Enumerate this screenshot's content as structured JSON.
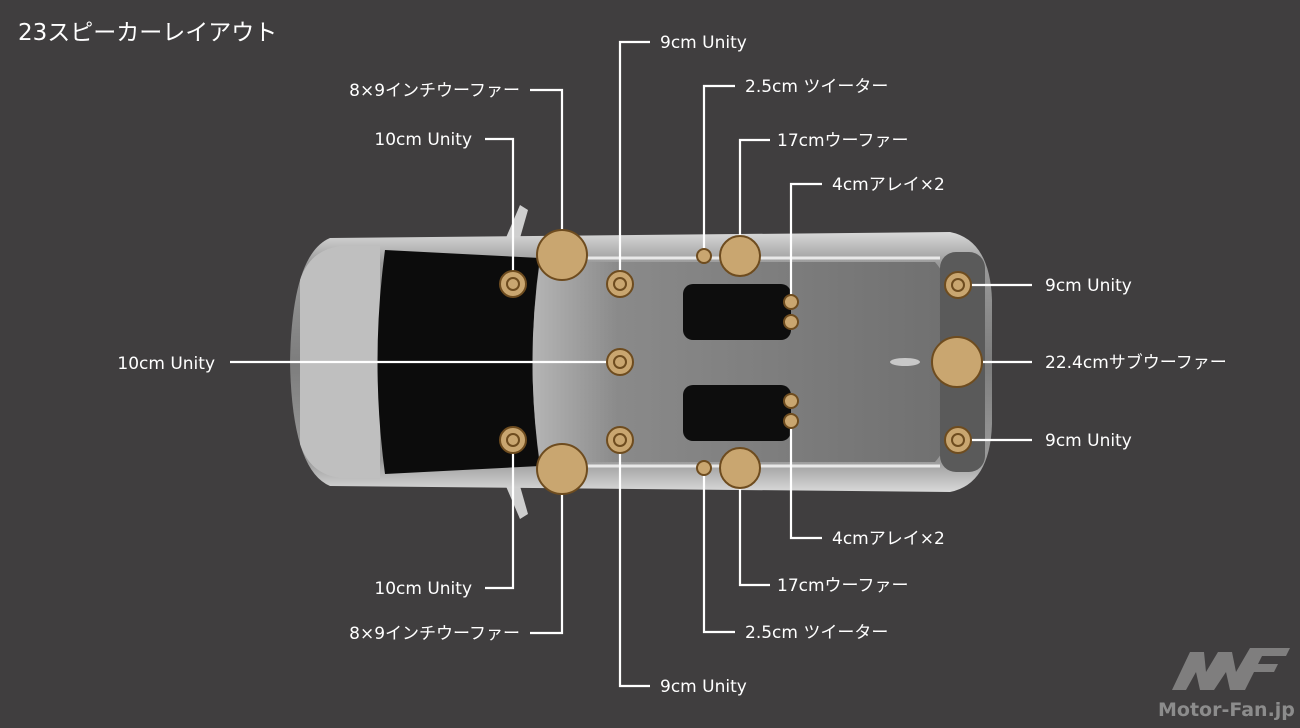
{
  "title": "23スピーカーレイアウト",
  "labels": {
    "top_9cm_unity": "9cm Unity",
    "top_8x9_woofer": "8×9インチウーファー",
    "top_10cm_unity": "10cm Unity",
    "top_tweeter": "2.5cm ツイーター",
    "top_17cm_woofer": "17cmウーファー",
    "top_4cm_array": "4cmアレイ×2",
    "right_top_9cm_unity": "9cm Unity",
    "right_subwoofer": "22.4cmサブウーファー",
    "right_bottom_9cm_unity": "9cm Unity",
    "center_10cm_unity": "10cm Unity",
    "bottom_4cm_array": "4cmアレイ×2",
    "bottom_17cm_woofer": "17cmウーファー",
    "bottom_10cm_unity": "10cm Unity",
    "bottom_8x9_woofer": "8×9インチウーファー",
    "bottom_tweeter": "2.5cm ツイーター",
    "bottom_9cm_unity": "9cm Unity"
  },
  "watermark": "Motor-Fan.jp",
  "colors": {
    "background": "#403e3f",
    "speaker": "#c9a670",
    "speaker_border": "#6e4c1f"
  }
}
